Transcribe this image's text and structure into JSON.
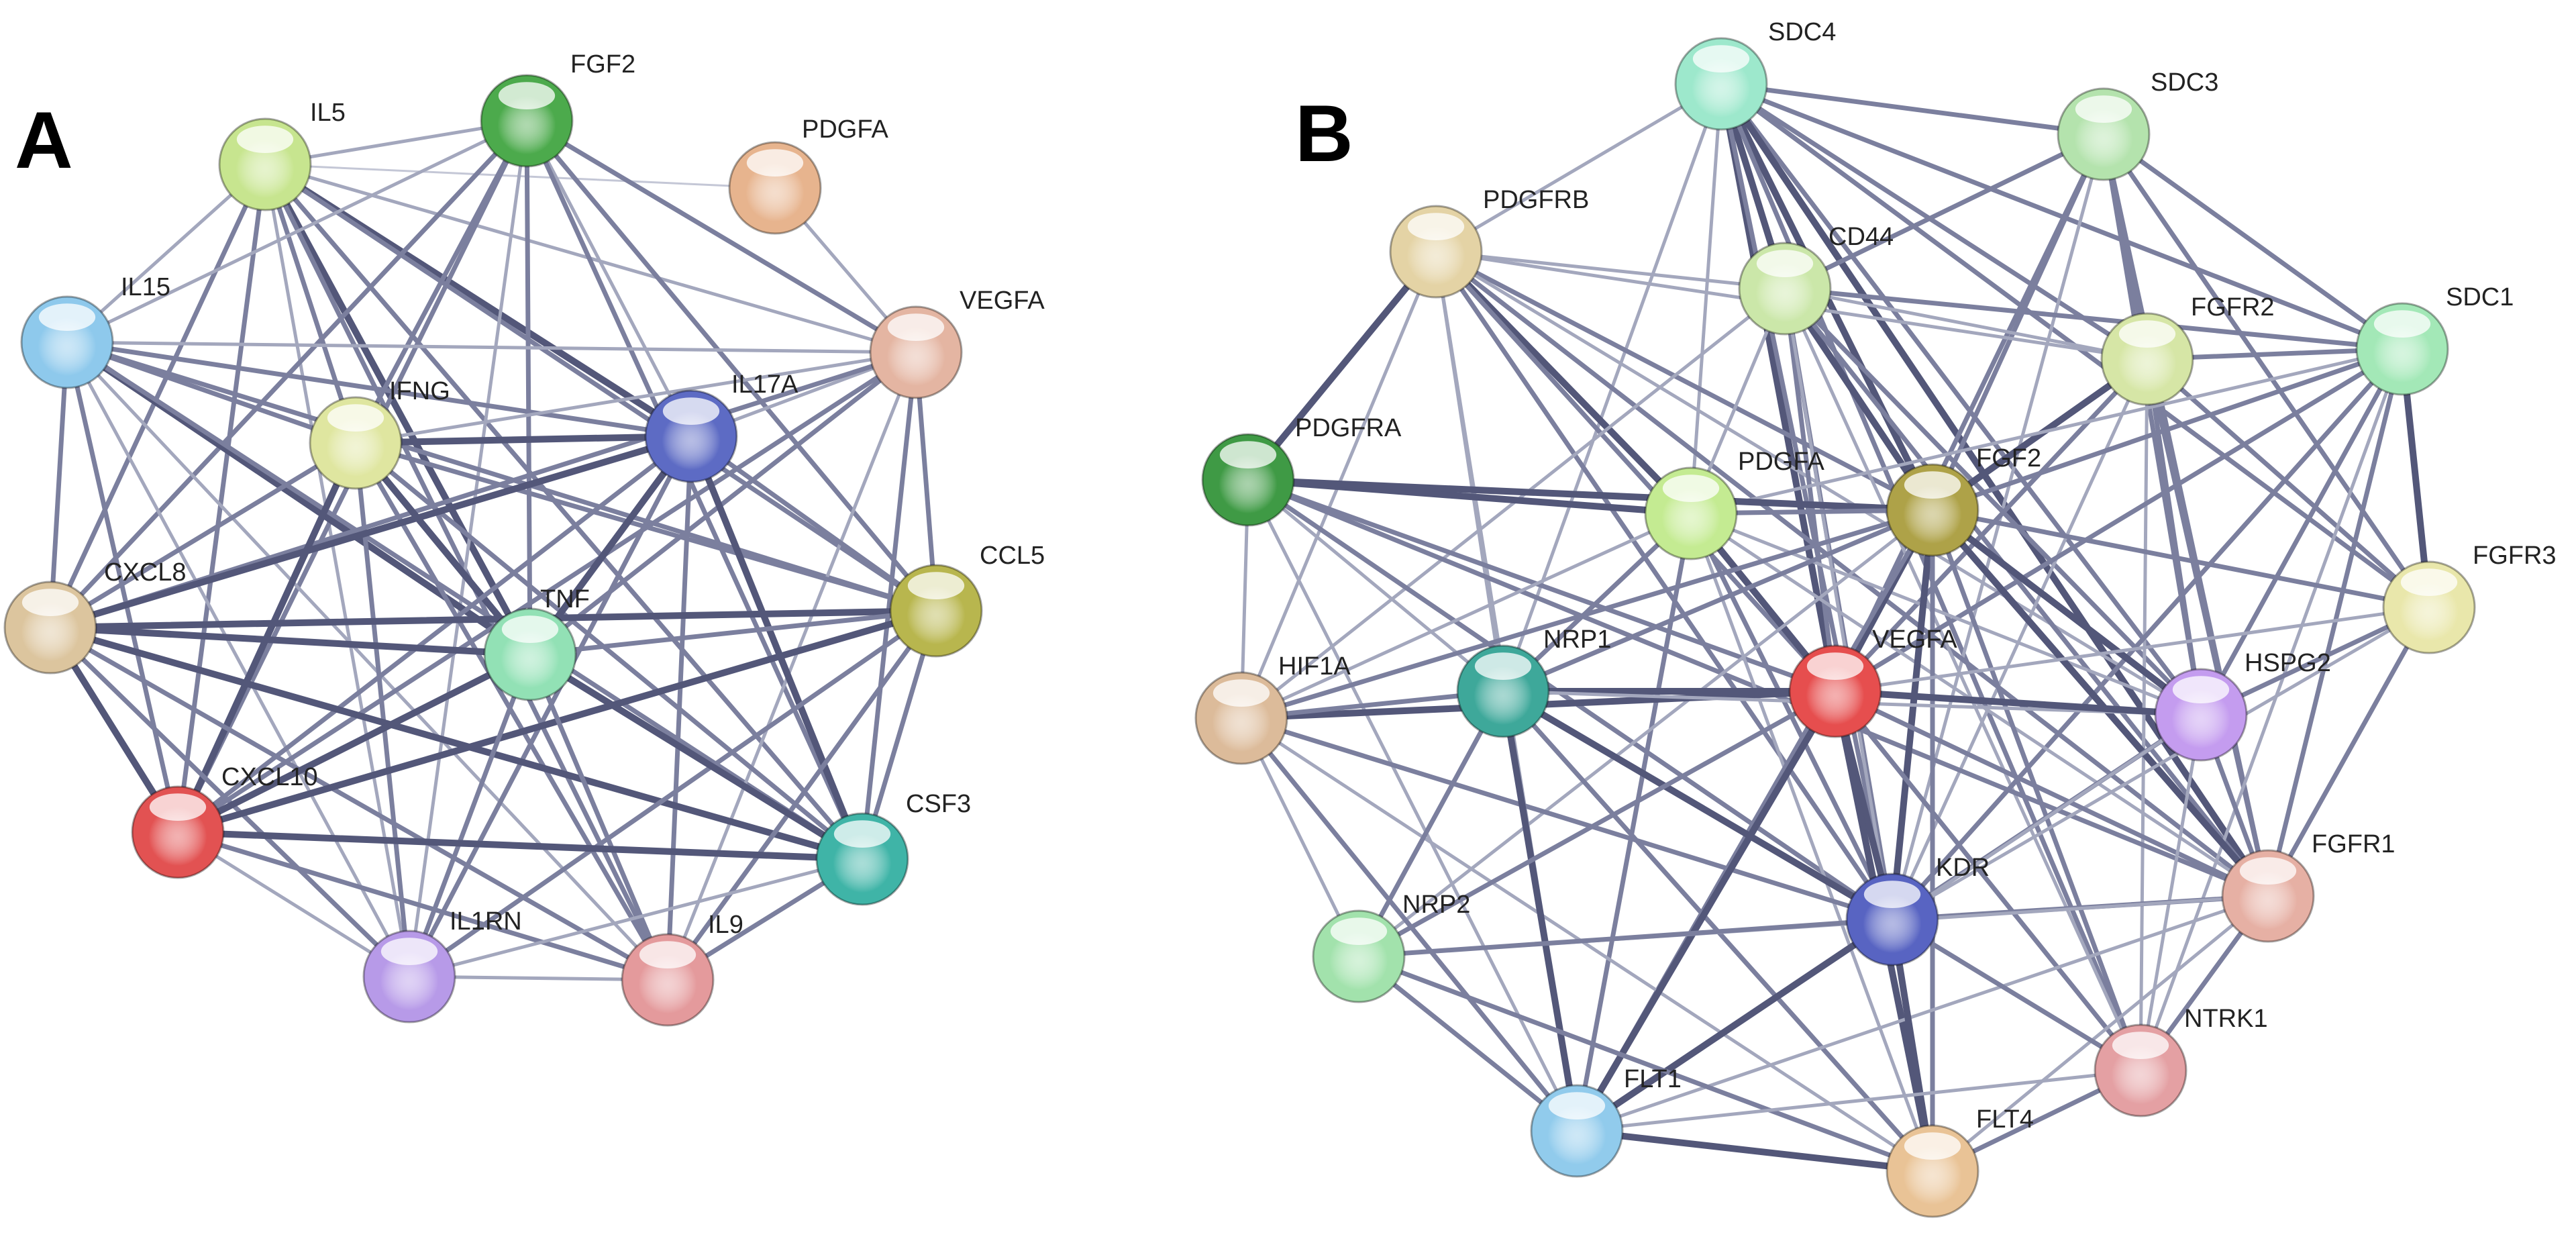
{
  "panels": [
    {
      "letter": "A",
      "nodes": [
        {
          "id": "IL5",
          "label": "IL5",
          "color": "#c7e58f"
        },
        {
          "id": "FGF2",
          "label": "FGF2",
          "color": "#4caa4c"
        },
        {
          "id": "PDGFA",
          "label": "PDGFA",
          "color": "#e7b48e"
        },
        {
          "id": "IL15",
          "label": "IL15",
          "color": "#8ec9ec"
        },
        {
          "id": "VEGFA",
          "label": "VEGFA",
          "color": "#e4b5a2"
        },
        {
          "id": "IFNG",
          "label": "IFNG",
          "color": "#dfe6a0"
        },
        {
          "id": "IL17A",
          "label": "IL17A",
          "color": "#5d6bc4"
        },
        {
          "id": "CXCL8",
          "label": "CXCL8",
          "color": "#dcc59e"
        },
        {
          "id": "CCL5",
          "label": "CCL5",
          "color": "#b8b64e"
        },
        {
          "id": "TNF",
          "label": "TNF",
          "color": "#92e1b5"
        },
        {
          "id": "CXCL10",
          "label": "CXCL10",
          "color": "#e25252"
        },
        {
          "id": "CSF3",
          "label": "CSF3",
          "color": "#3fb4a7"
        },
        {
          "id": "IL1RN",
          "label": "IL1RN",
          "color": "#b79ae8"
        },
        {
          "id": "IL9",
          "label": "IL9",
          "color": "#e49a9c"
        }
      ]
    },
    {
      "letter": "B",
      "nodes": [
        {
          "id": "SDC4",
          "label": "SDC4",
          "color": "#9de8cc"
        },
        {
          "id": "SDC3",
          "label": "SDC3",
          "color": "#b4e3ad"
        },
        {
          "id": "PDGFRB",
          "label": "PDGFRB",
          "color": "#e4d3a5"
        },
        {
          "id": "CD44",
          "label": "CD44",
          "color": "#cbe7a9"
        },
        {
          "id": "FGFR2",
          "label": "FGFR2",
          "color": "#d6e6a6"
        },
        {
          "id": "SDC1",
          "label": "SDC1",
          "color": "#a3e8b7"
        },
        {
          "id": "PDGFRA",
          "label": "PDGFRA",
          "color": "#3f9a45"
        },
        {
          "id": "PDGFA",
          "label": "PDGFA",
          "color": "#c4eb92"
        },
        {
          "id": "FGF2",
          "label": "FGF2",
          "color": "#aea248"
        },
        {
          "id": "FGFR3",
          "label": "FGFR3",
          "color": "#e9e7ab"
        },
        {
          "id": "HIF1A",
          "label": "HIF1A",
          "color": "#dcbb9a"
        },
        {
          "id": "NRP1",
          "label": "NRP1",
          "color": "#3ea89a"
        },
        {
          "id": "VEGFA",
          "label": "VEGFA",
          "color": "#e64e4e"
        },
        {
          "id": "HSPG2",
          "label": "HSPG2",
          "color": "#c49cef"
        },
        {
          "id": "FGFR1",
          "label": "FGFR1",
          "color": "#e6b0a4"
        },
        {
          "id": "KDR",
          "label": "KDR",
          "color": "#5864c2"
        },
        {
          "id": "NRP2",
          "label": "NRP2",
          "color": "#a2e2ac"
        },
        {
          "id": "NTRK1",
          "label": "NTRK1",
          "color": "#e4a0a3"
        },
        {
          "id": "FLT1",
          "label": "FLT1",
          "color": "#91cbec"
        },
        {
          "id": "FLT4",
          "label": "FLT4",
          "color": "#e9c396"
        }
      ]
    }
  ]
}
